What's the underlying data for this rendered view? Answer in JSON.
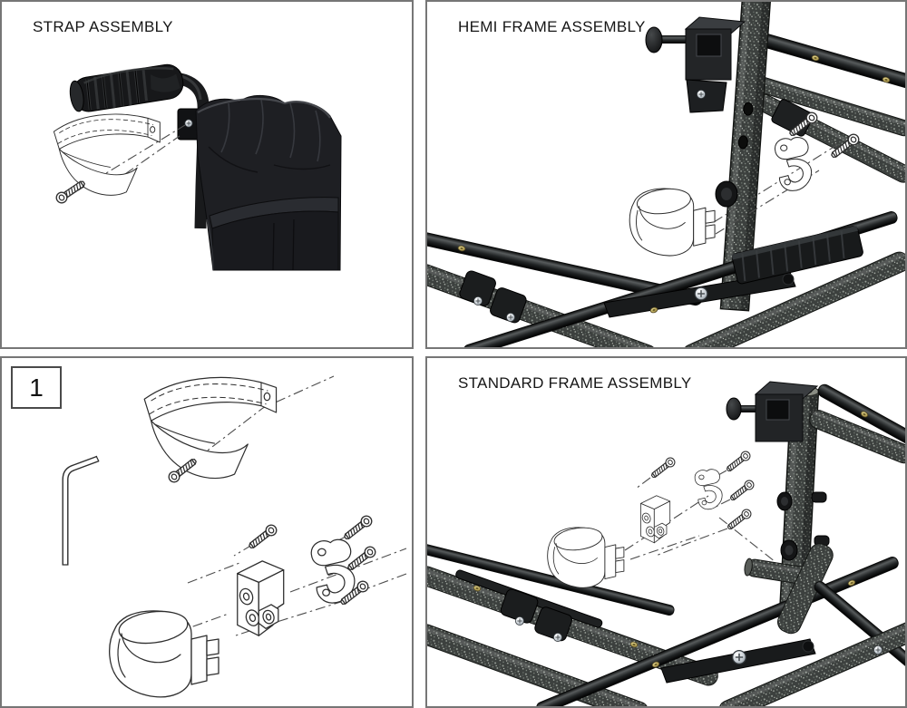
{
  "page": {
    "background": "#ffffff",
    "panel_border_color": "#767676"
  },
  "panels": {
    "strap_assembly": {
      "title": "STRAP ASSEMBLY"
    },
    "hemi_frame_assembly": {
      "title": "HEMI FRAME ASSEMBLY"
    },
    "parts_detail": {
      "step_number": "1"
    },
    "standard_frame_assembly": {
      "title": "STANDARD FRAME ASSEMBLY"
    }
  },
  "colors": {
    "line_art_stroke": "#2e2e2e",
    "projection_line": "#4d4d4d",
    "frame_tube_black": "#232526",
    "hammertone_base": "#3c403e",
    "hammertone_speckle": "#9aa39b",
    "brass_rivet": "#b3a055",
    "chrome_fastener": "#c7ced4",
    "upholstery_black": "#1e1f23"
  }
}
